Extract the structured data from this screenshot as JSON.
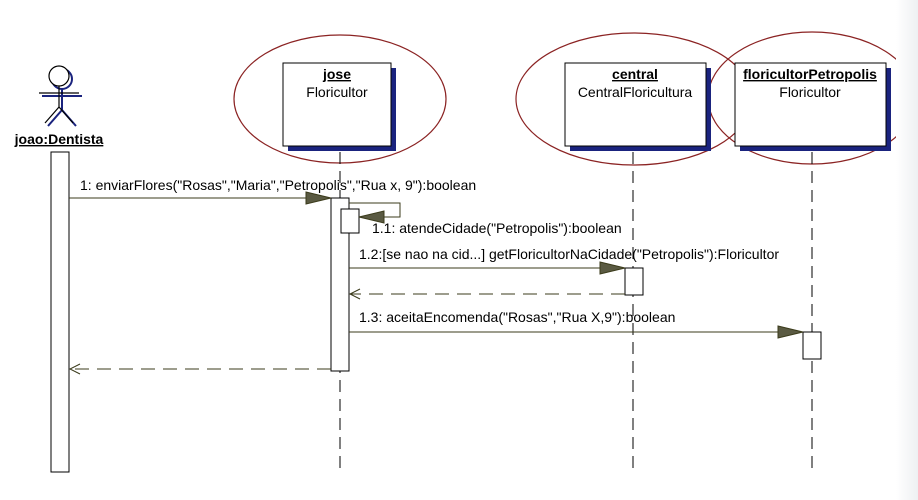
{
  "actor": {
    "name": "joao:Dentista"
  },
  "objects": [
    {
      "name": "jose",
      "class": "Floricultor",
      "highlighted": true
    },
    {
      "name": "central",
      "class": "CentralFloricultura",
      "highlighted": true
    },
    {
      "name": "floricultorPetropolis",
      "class": "Floricultor",
      "highlighted": true
    }
  ],
  "messages": [
    {
      "label": "1: enviarFlores(\"Rosas\",\"Maria\",\"Petropolis\",\"Rua x, 9\"):boolean"
    },
    {
      "label": "1.1: atendeCidade(\"Petropolis\"):boolean"
    },
    {
      "label": "1.2:[se nao na cid...] getFloricultorNaCidade(\"Petropolis\"):Floricultor"
    },
    {
      "label": "1.3: aceitaEncomenda(\"Rosas\",\"Rua X,9\"):boolean"
    }
  ],
  "colors": {
    "highlight_ellipse": "#8b2323",
    "line": "#3b3b1b",
    "arrowhead": "#5a5a42",
    "box_shadow": "#1a237e",
    "actor": "#1a237e"
  }
}
